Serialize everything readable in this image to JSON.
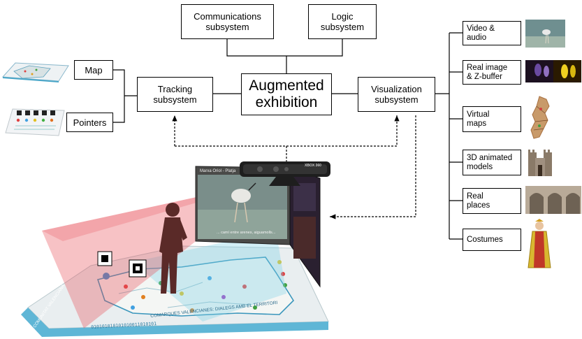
{
  "center": {
    "label": "Augmented\nexhibition"
  },
  "top": {
    "communications": "Communications\nsubsystem",
    "logic": "Logic\nsubsystem"
  },
  "left": {
    "tracking": "Tracking\nsubsystem",
    "inputs": [
      "Map",
      "Pointers"
    ]
  },
  "right": {
    "visualization": "Visualization\nsubsystem",
    "outputs": [
      "Video &\naudio",
      "Real image\n& Z-buffer",
      "Virtual\nmaps",
      "3D animated\nmodels",
      "Real\nplaces",
      "Costumes"
    ]
  },
  "scene": {
    "sensor_label": "XBOX 360",
    "banner_text": "COMARQUES VALENCIANES: DIALEGS AMB EL TERRITORI",
    "binary_text": "010101010101010011010101",
    "screen_title": "Marxa Oriol - Platja",
    "screen_caption": "... camí entre arenes, aiguamolls...",
    "side_text": "LA COMUNITAT VALENCIANA"
  },
  "colors": {
    "tracking_beam": "#e8505a",
    "visual_beam": "#7fd0e6",
    "person": "#5a2a28",
    "map_land": "#e8ece8",
    "map_border": "#2a8fb8"
  }
}
